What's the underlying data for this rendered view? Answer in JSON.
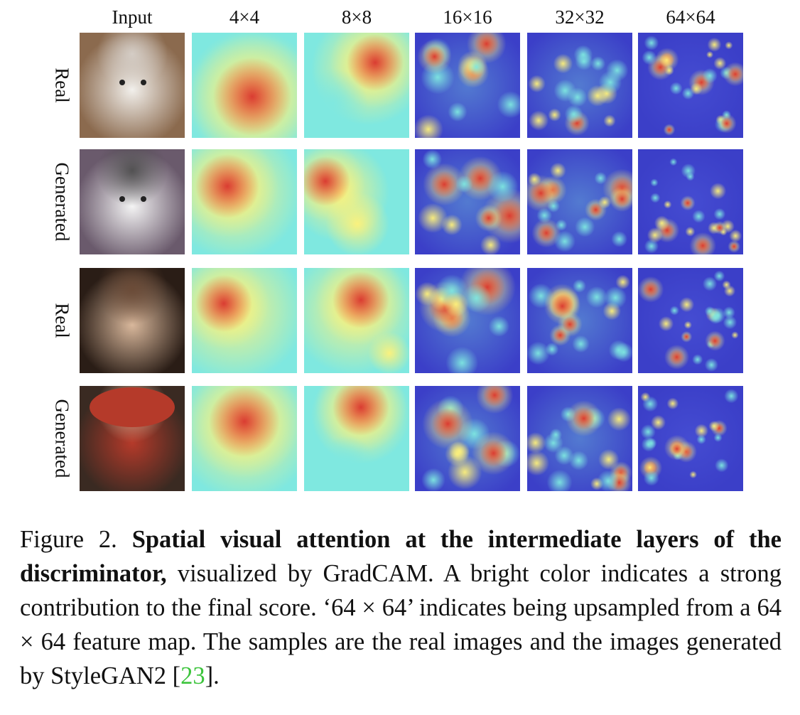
{
  "figure": {
    "column_headers": [
      "Input",
      "4×4",
      "8×8",
      "16×16",
      "32×32",
      "64×64"
    ],
    "row_labels": [
      "Real",
      "Generated",
      "Real",
      "Generated"
    ],
    "rows": [
      {
        "label": "Real",
        "input": "white cat"
      },
      {
        "label": "Generated",
        "input": "gray and white cat"
      },
      {
        "label": "Real",
        "input": "young man face"
      },
      {
        "label": "Generated",
        "input": "woman in red hat"
      }
    ]
  },
  "caption": {
    "prefix": "Figure 2.",
    "bold": "Spatial visual attention at the intermediate layers of the discriminator,",
    "text": " visualized by GradCAM. A bright color indicates a strong contribution to the final score. ‘64 × 64’ indicates being upsampled from a 64 × 64 feature map. The samples are the real images and the images generated by StyleGAN2 [",
    "citation": "23",
    "suffix": "]."
  },
  "colors": {
    "heatmap_low": "#3b3fc8",
    "heatmap_mid": "#7fe8e0",
    "heatmap_warm": "#fff27a",
    "heatmap_high": "#d8332e",
    "citation": "#3cc43c"
  }
}
